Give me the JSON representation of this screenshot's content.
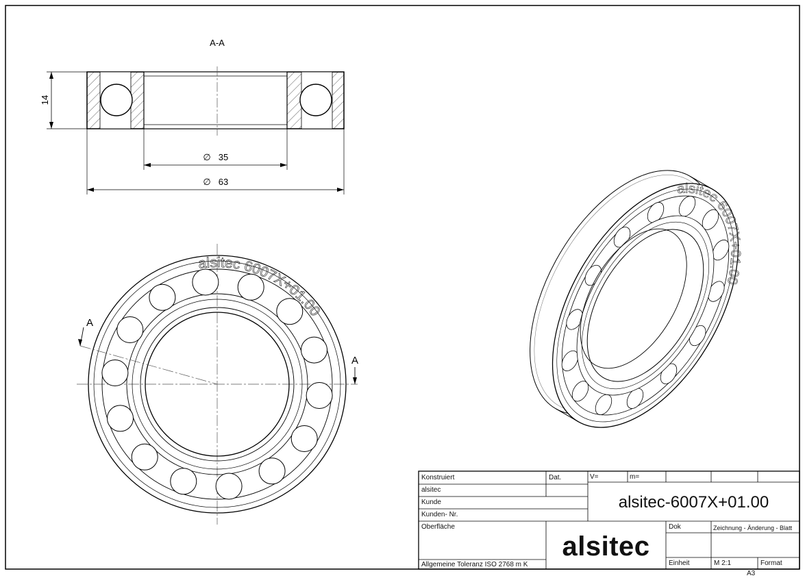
{
  "drawing": {
    "section_label": "A-A",
    "dim_height": "14",
    "dim_inner": "35",
    "dim_outer": "63",
    "diameter_symbol": "∅",
    "cut_mark": "A",
    "engraving": "alsitec 6007X+01.00"
  },
  "title_block": {
    "konstruiert_label": "Konstruiert",
    "konstruiert_value": "alsitec",
    "dat_label": "Dat.",
    "v_label": "V=",
    "m_label": "m=",
    "kunde_label": "Kunde",
    "kunden_nr_label": "Kunden- Nr.",
    "part_name": "alsitec-6007X+01.00",
    "oberflaeche_label": "Oberfläche",
    "logo_text": "alsitec",
    "dok_label": "Dok",
    "zeichnung_label": "Zeichnung - Änderung - Blatt",
    "toleranz_label": "Allgemeine Toleranz ISO 2768 m K",
    "einheit_label": "Einheit",
    "scale_value": "M 2:1",
    "format_label": "Format",
    "format_value": "A3"
  }
}
